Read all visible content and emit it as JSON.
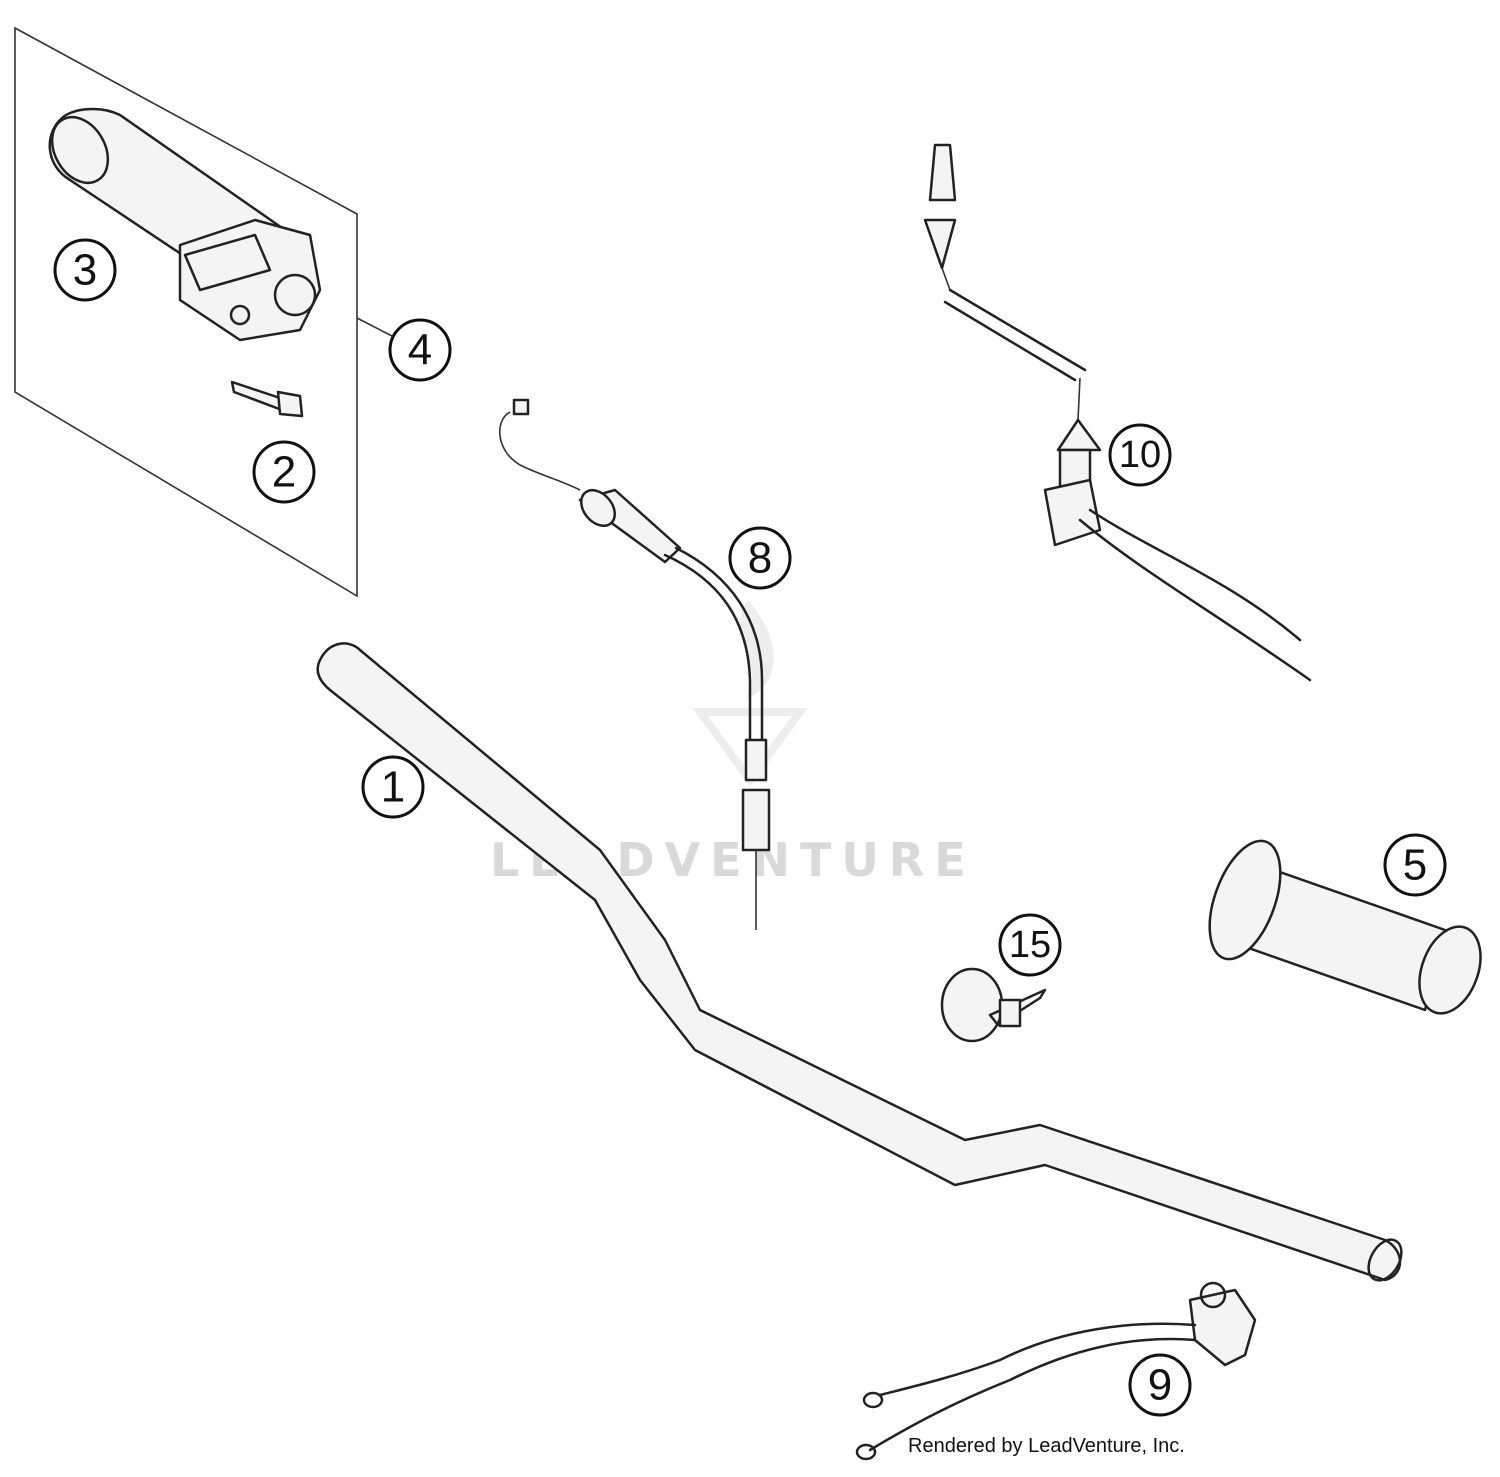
{
  "callouts": [
    {
      "id": "1",
      "label": "1"
    },
    {
      "id": "2",
      "label": "2"
    },
    {
      "id": "3",
      "label": "3"
    },
    {
      "id": "4",
      "label": "4"
    },
    {
      "id": "5",
      "label": "5"
    },
    {
      "id": "8",
      "label": "8"
    },
    {
      "id": "9",
      "label": "9"
    },
    {
      "id": "10",
      "label": "10"
    },
    {
      "id": "15",
      "label": "15"
    }
  ],
  "watermark": "LEADVENTURE",
  "credit": "Rendered by LeadVenture, Inc."
}
